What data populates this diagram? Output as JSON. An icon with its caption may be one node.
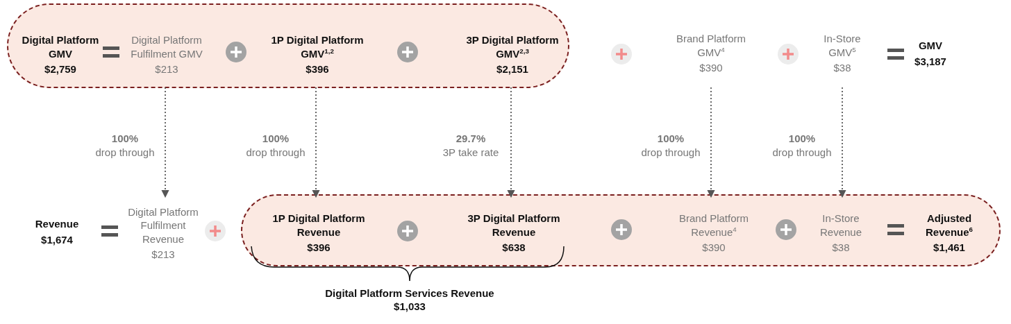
{
  "diagram": {
    "nodes": [
      {
        "text": [],
        "shape": "box"
      },
      {
        "text": [
          "Digital Platform GMV",
          "$2,759"
        ],
        "in": 0
      },
      {
        "text": [
          "Digital Platform Fulfilment GMV",
          "$213"
        ],
        "in": 0
      },
      {
        "text": [
          "1P Digital Platform GMV$^{1,2}$",
          "$396"
        ],
        "in": 0
      },
      {
        "text": [
          "3P Digital Platform GMV$^{2,3}$",
          "$2,151"
        ],
        "in": 0
      },
      {
        "text": [
          "Brand Platform GMV$^{4}$",
          "$390"
        ]
      },
      {
        "text": [
          "In-Store GMV$^{5}$",
          "$38"
        ]
      },
      {
        "text": [
          "GMV",
          "$3,187"
        ]
      },
      {
        "text": [
          "Revenue",
          "$1,674"
        ]
      },
      {
        "text": [
          "Digital Platform Fulfilment Revenue",
          "$213"
        ]
      },
      {
        "text": [],
        "shape": "box"
      },
      {
        "text": [
          "1P Digital Platform Revenue",
          "$396"
        ],
        "in": 10
      },
      {
        "text": [
          "3P Digital Platform Revenue",
          "$638"
        ],
        "in": 10
      },
      {
        "text": [
          "Brand Platform Revenue$^{4}$",
          "$390"
        ],
        "in": 10
      },
      {
        "text": [
          "In-Store Revenue",
          "$38"
        ],
        "in": 10
      },
      {
        "text": [
          "Adjusted Revenue$^{6}$",
          "$1,461"
        ],
        "in": 10
      }
    ],
    "edges": [
      {
        "from": 2,
        "to": 9,
        "arrow": "to",
        "style": "dashed",
        "label": "**100%** drop through"
      },
      {
        "from": 3,
        "to": 11,
        "arrow": "to",
        "style": "dashed",
        "label": "**100%** drop through"
      },
      {
        "from": 4,
        "to": 12,
        "arrow": "to",
        "style": "dashed",
        "label": "**29.7%** 3P take rate"
      },
      {
        "from": 5,
        "to": 13,
        "arrow": "to",
        "style": "dashed",
        "label": "**100%** drop through"
      },
      {
        "from": 6,
        "to": 14,
        "arrow": "to",
        "style": "dashed",
        "label": "**100%** drop through"
      }
    ],
    "labels": [
      "Digital Platform Services Revenue",
      "$1,033"
    ]
  }
}
